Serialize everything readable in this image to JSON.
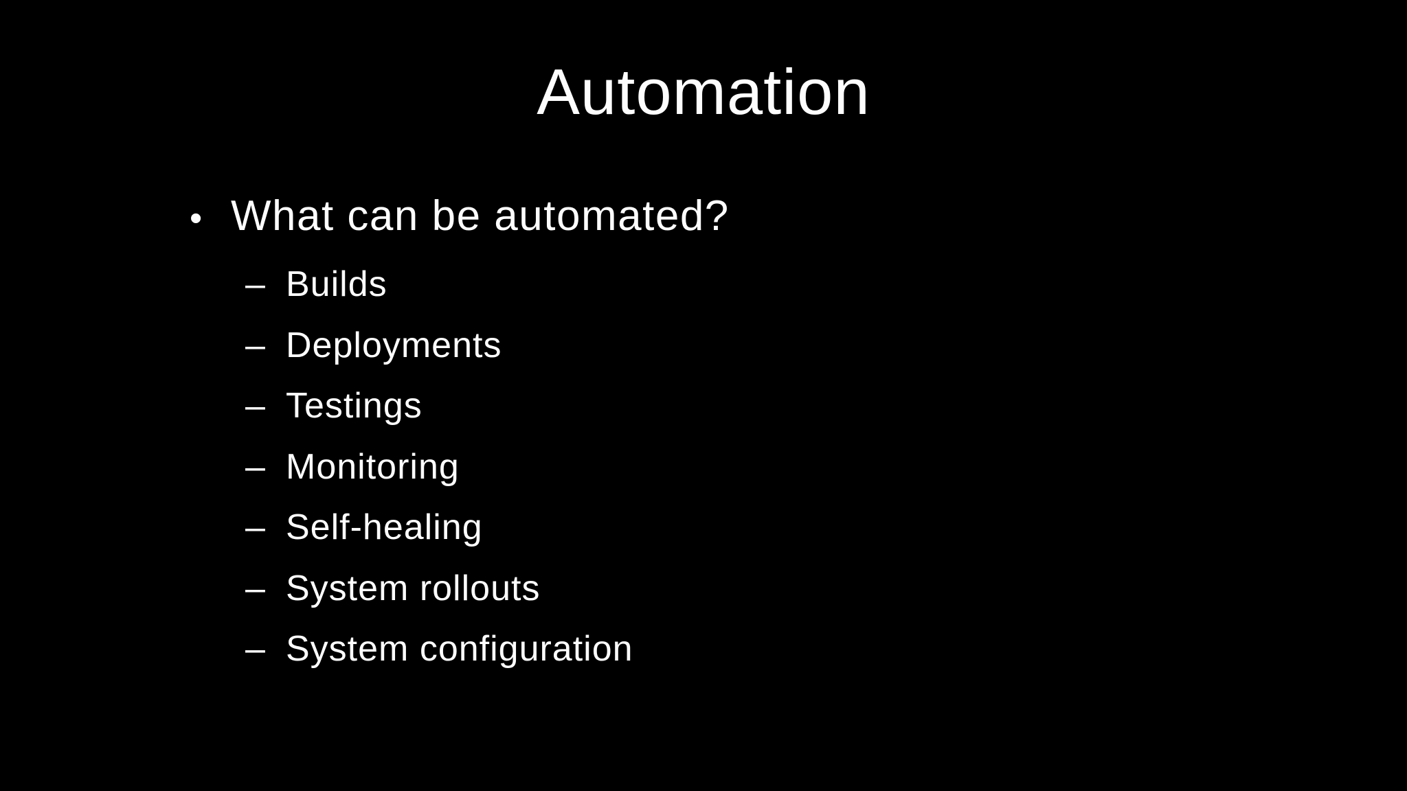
{
  "slide": {
    "title": "Automation",
    "bullet": {
      "marker": "•",
      "text": "What can be automated?"
    },
    "sub_bullets": {
      "marker": "–",
      "items": [
        "Builds",
        "Deployments",
        "Testings",
        "Monitoring",
        "Self-healing",
        "System rollouts",
        "System configuration"
      ]
    },
    "colors": {
      "background": "#000000",
      "text": "#fdfdfd"
    }
  }
}
